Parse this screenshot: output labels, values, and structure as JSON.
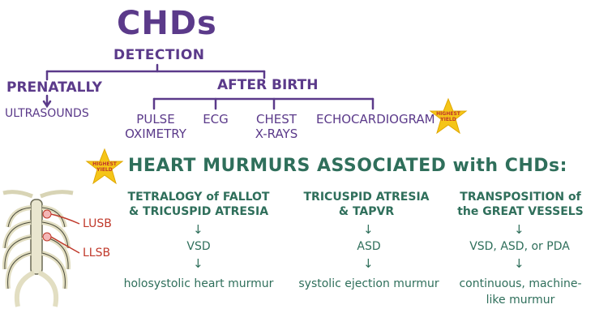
{
  "top": {
    "title": "CHDs",
    "subtitle": "DETECTION",
    "prenatally": "PRENATALLY",
    "ultrasounds": "ULTRASOUNDS",
    "after_birth": "AFTER BIRTH",
    "methods": [
      {
        "line1": "PULSE",
        "line2": "OXIMETRY"
      },
      {
        "line1": "ECG",
        "line2": ""
      },
      {
        "line1": "CHEST",
        "line2": "X-RAYS"
      },
      {
        "line1": "ECHOCARDIOGRAM",
        "line2": ""
      }
    ],
    "badge_line1": "HIGHEST",
    "badge_line2": "YIELD"
  },
  "murmurs": {
    "heading": "HEART MURMURS ASSOCIATED with CHDs:",
    "badge_line1": "HIGHEST",
    "badge_line2": "YIELD",
    "columns": [
      {
        "title_line1": "TETRALOGY of FALLOT",
        "title_line2": "& TRICUSPID ATRESIA",
        "defect": "VSD",
        "murmur_line1": "holosystolic heart murmur",
        "murmur_line2": ""
      },
      {
        "title_line1": "TRICUSPID ATRESIA",
        "title_line2": "& TAPVR",
        "defect": "ASD",
        "murmur_line1": "systolic ejection murmur",
        "murmur_line2": ""
      },
      {
        "title_line1": "TRANSPOSITION of",
        "title_line2": "the GREAT VESSELS",
        "defect": "VSD, ASD, or PDA",
        "murmur_line1": "continuous, machine-",
        "murmur_line2": "like murmur"
      }
    ]
  },
  "ribcage": {
    "label_upper": "LUSB",
    "label_lower": "LLSB"
  },
  "colors": {
    "purple": "#5b3a8a",
    "green": "#2f6f5b",
    "star": "#f5c518",
    "red": "#c0392b"
  }
}
